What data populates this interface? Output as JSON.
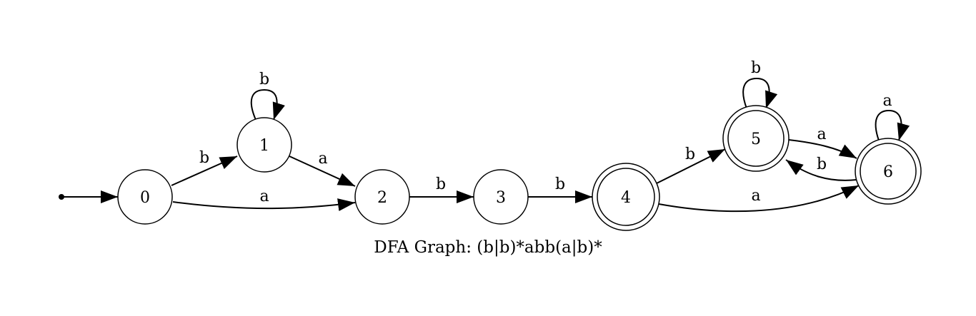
{
  "caption": "DFA Graph: (b|b)*abb(a|b)*",
  "states": [
    {
      "id": "0",
      "accepting": false
    },
    {
      "id": "1",
      "accepting": false
    },
    {
      "id": "2",
      "accepting": false
    },
    {
      "id": "3",
      "accepting": false
    },
    {
      "id": "4",
      "accepting": true
    },
    {
      "id": "5",
      "accepting": true
    },
    {
      "id": "6",
      "accepting": true
    }
  ],
  "start_state": "0",
  "transitions": [
    {
      "from": "0",
      "to": "1",
      "label": "b"
    },
    {
      "from": "0",
      "to": "2",
      "label": "a"
    },
    {
      "from": "1",
      "to": "1",
      "label": "b"
    },
    {
      "from": "1",
      "to": "2",
      "label": "a"
    },
    {
      "from": "2",
      "to": "3",
      "label": "b"
    },
    {
      "from": "3",
      "to": "4",
      "label": "b"
    },
    {
      "from": "4",
      "to": "5",
      "label": "b"
    },
    {
      "from": "4",
      "to": "6",
      "label": "a"
    },
    {
      "from": "5",
      "to": "5",
      "label": "b"
    },
    {
      "from": "5",
      "to": "6",
      "label": "a"
    },
    {
      "from": "6",
      "to": "5",
      "label": "b"
    },
    {
      "from": "6",
      "to": "6",
      "label": "a"
    }
  ]
}
